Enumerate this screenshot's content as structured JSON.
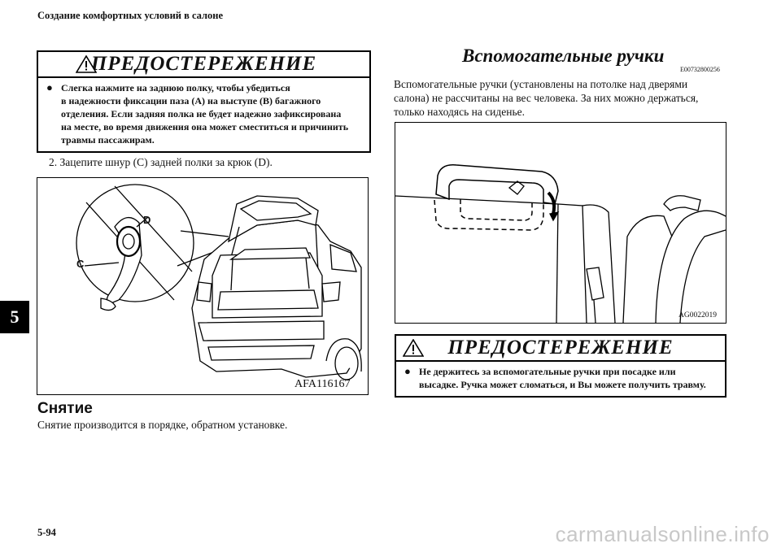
{
  "header": {
    "title": "Создание комфортных условий в салоне"
  },
  "chapter_tab": "5",
  "page_number": "5-94",
  "left": {
    "warning": {
      "title": "ПРЕДОСТЕРЕЖЕНИЕ",
      "bullet": "●",
      "lines": [
        "Слегка нажмите на заднюю полку, чтобы убедиться",
        "в надежности фиксации паза (А) на выступе (В) багажного",
        "отделения. Если задняя полка не будет надежно зафиксирована",
        "на месте, во время движения она может сместиться и причинить",
        "травмы пассажирам."
      ]
    },
    "step": "2.  Зацепите шнур (C) задней полки за крюк (D).",
    "figure": {
      "label_c": "C",
      "label_d": "D",
      "code": "AFA116167"
    },
    "section_title": "Снятие",
    "section_text": "Снятие производится в порядке, обратном установке."
  },
  "right": {
    "heading": "Вспомогательные ручки",
    "heading_code": "E00732800256",
    "paragraph": [
      "Вспомогательные ручки (установлены на потолке над дверями",
      "салона) не рассчитаны на вес человека. За них можно держаться,",
      "только находясь на сиденье."
    ],
    "figure": {
      "code": "AG0022019"
    },
    "warning": {
      "title": "ПРЕДОСТЕРЕЖЕНИЕ",
      "bullet": "●",
      "lines": [
        "Не держитесь за вспомогательные ручки при посадке или",
        "высадке. Ручка может сломаться, и Вы можете получить травму."
      ]
    }
  },
  "watermark": "carmanualsonline.info"
}
